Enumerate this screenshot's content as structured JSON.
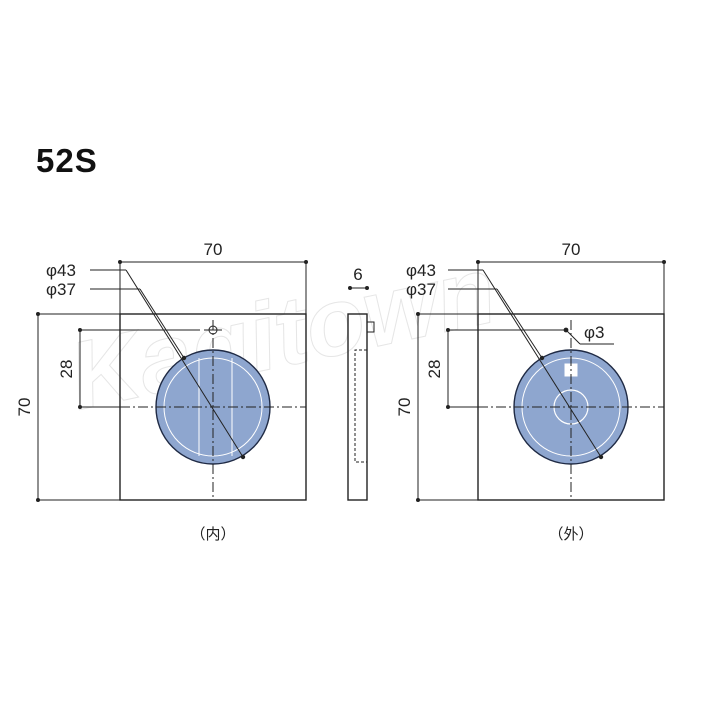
{
  "title": "52S",
  "watermark": "Kagitown",
  "colors": {
    "plate_fill": "#8ea6cf",
    "plate_edge": "#1f2a44",
    "line": "#222222"
  },
  "inner": {
    "width_label": "70",
    "height_label": "70",
    "offset_label": "28",
    "outer_dia_label": "φ43",
    "inner_dia_label": "φ37",
    "caption": "（内）"
  },
  "side": {
    "thickness_label": "6"
  },
  "outer": {
    "width_label": "70",
    "height_label": "70",
    "offset_label": "28",
    "outer_dia_label": "φ43",
    "inner_dia_label": "φ37",
    "hole_label": "φ3",
    "caption": "（外）"
  }
}
